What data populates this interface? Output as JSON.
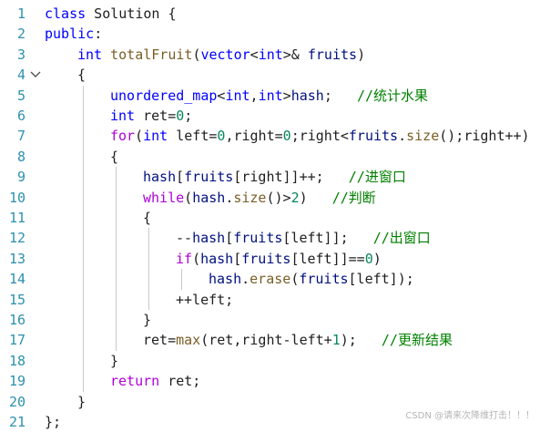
{
  "colors": {
    "keyword": "#0000ff",
    "type": "#0000ff",
    "funcdef": "#795e26",
    "method": "#795e26",
    "variable": "#001080",
    "number": "#098658",
    "comment": "#008000",
    "punct": "#1e1e1e",
    "control": "#af00db",
    "linenumber": "#2b91af"
  },
  "lines": [
    {
      "n": "1",
      "indent": 0,
      "tokens": [
        {
          "t": "class",
          "c": "keyword"
        },
        {
          "t": " Solution ",
          "c": "punct"
        },
        {
          "t": "{",
          "c": "punct"
        }
      ]
    },
    {
      "n": "2",
      "indent": 0,
      "tokens": [
        {
          "t": "public",
          "c": "keyword"
        },
        {
          "t": ":",
          "c": "punct"
        }
      ]
    },
    {
      "n": "3",
      "indent": 1,
      "tokens": [
        {
          "t": "int",
          "c": "type"
        },
        {
          "t": " ",
          "c": "punct"
        },
        {
          "t": "totalFruit",
          "c": "funcdef"
        },
        {
          "t": "(",
          "c": "punct"
        },
        {
          "t": "vector",
          "c": "type"
        },
        {
          "t": "<",
          "c": "punct"
        },
        {
          "t": "int",
          "c": "type"
        },
        {
          "t": ">& ",
          "c": "punct"
        },
        {
          "t": "fruits",
          "c": "variable"
        },
        {
          "t": ")",
          "c": "punct"
        }
      ]
    },
    {
      "n": "4",
      "indent": 1,
      "fold": true,
      "tokens": [
        {
          "t": "{",
          "c": "punct"
        }
      ]
    },
    {
      "n": "5",
      "indent": 2,
      "tokens": [
        {
          "t": "unordered_map",
          "c": "type"
        },
        {
          "t": "<",
          "c": "punct"
        },
        {
          "t": "int",
          "c": "type"
        },
        {
          "t": ",",
          "c": "punct"
        },
        {
          "t": "int",
          "c": "type"
        },
        {
          "t": ">",
          "c": "punct"
        },
        {
          "t": "hash",
          "c": "variable"
        },
        {
          "t": ";   ",
          "c": "punct"
        },
        {
          "t": "//统计水果",
          "c": "comment"
        }
      ]
    },
    {
      "n": "6",
      "indent": 2,
      "tokens": [
        {
          "t": "int",
          "c": "type"
        },
        {
          "t": " ret=",
          "c": "punct"
        },
        {
          "t": "0",
          "c": "number"
        },
        {
          "t": ";",
          "c": "punct"
        }
      ]
    },
    {
      "n": "7",
      "indent": 2,
      "tokens": [
        {
          "t": "for",
          "c": "control"
        },
        {
          "t": "(",
          "c": "punct"
        },
        {
          "t": "int",
          "c": "type"
        },
        {
          "t": " left=",
          "c": "punct"
        },
        {
          "t": "0",
          "c": "number"
        },
        {
          "t": ",right=",
          "c": "punct"
        },
        {
          "t": "0",
          "c": "number"
        },
        {
          "t": ";right<",
          "c": "punct"
        },
        {
          "t": "fruits",
          "c": "variable"
        },
        {
          "t": ".",
          "c": "punct"
        },
        {
          "t": "size",
          "c": "method"
        },
        {
          "t": "();right++)",
          "c": "punct"
        }
      ]
    },
    {
      "n": "8",
      "indent": 2,
      "tokens": [
        {
          "t": "{",
          "c": "punct"
        }
      ]
    },
    {
      "n": "9",
      "indent": 3,
      "tokens": [
        {
          "t": "hash",
          "c": "variable"
        },
        {
          "t": "[",
          "c": "punct"
        },
        {
          "t": "fruits",
          "c": "variable"
        },
        {
          "t": "[right]]++;   ",
          "c": "punct"
        },
        {
          "t": "//进窗口",
          "c": "comment"
        }
      ]
    },
    {
      "n": "10",
      "indent": 3,
      "tokens": [
        {
          "t": "while",
          "c": "control"
        },
        {
          "t": "(",
          "c": "punct"
        },
        {
          "t": "hash",
          "c": "variable"
        },
        {
          "t": ".",
          "c": "punct"
        },
        {
          "t": "size",
          "c": "method"
        },
        {
          "t": "()>",
          "c": "punct"
        },
        {
          "t": "2",
          "c": "number"
        },
        {
          "t": ")   ",
          "c": "punct"
        },
        {
          "t": "//判断",
          "c": "comment"
        }
      ]
    },
    {
      "n": "11",
      "indent": 3,
      "tokens": [
        {
          "t": "{",
          "c": "punct"
        }
      ]
    },
    {
      "n": "12",
      "indent": 4,
      "tokens": [
        {
          "t": "--",
          "c": "punct"
        },
        {
          "t": "hash",
          "c": "variable"
        },
        {
          "t": "[",
          "c": "punct"
        },
        {
          "t": "fruits",
          "c": "variable"
        },
        {
          "t": "[left]];   ",
          "c": "punct"
        },
        {
          "t": "//出窗口",
          "c": "comment"
        }
      ]
    },
    {
      "n": "13",
      "indent": 4,
      "tokens": [
        {
          "t": "if",
          "c": "control"
        },
        {
          "t": "(",
          "c": "punct"
        },
        {
          "t": "hash",
          "c": "variable"
        },
        {
          "t": "[",
          "c": "punct"
        },
        {
          "t": "fruits",
          "c": "variable"
        },
        {
          "t": "[left]]==",
          "c": "punct"
        },
        {
          "t": "0",
          "c": "number"
        },
        {
          "t": ")",
          "c": "punct"
        }
      ]
    },
    {
      "n": "14",
      "indent": 5,
      "tokens": [
        {
          "t": "hash",
          "c": "variable"
        },
        {
          "t": ".",
          "c": "punct"
        },
        {
          "t": "erase",
          "c": "method"
        },
        {
          "t": "(",
          "c": "punct"
        },
        {
          "t": "fruits",
          "c": "variable"
        },
        {
          "t": "[left]);",
          "c": "punct"
        }
      ]
    },
    {
      "n": "15",
      "indent": 4,
      "tokens": [
        {
          "t": "++left;",
          "c": "punct"
        }
      ]
    },
    {
      "n": "16",
      "indent": 3,
      "tokens": [
        {
          "t": "}",
          "c": "punct"
        }
      ]
    },
    {
      "n": "17",
      "indent": 3,
      "tokens": [
        {
          "t": "ret=",
          "c": "punct"
        },
        {
          "t": "max",
          "c": "method"
        },
        {
          "t": "(ret,right-left+",
          "c": "punct"
        },
        {
          "t": "1",
          "c": "number"
        },
        {
          "t": ");   ",
          "c": "punct"
        },
        {
          "t": "//更新结果",
          "c": "comment"
        }
      ]
    },
    {
      "n": "18",
      "indent": 2,
      "tokens": [
        {
          "t": "}",
          "c": "punct"
        }
      ]
    },
    {
      "n": "19",
      "indent": 2,
      "tokens": [
        {
          "t": "return",
          "c": "control"
        },
        {
          "t": " ret;",
          "c": "punct"
        }
      ]
    },
    {
      "n": "20",
      "indent": 1,
      "tokens": [
        {
          "t": "}",
          "c": "punct"
        }
      ]
    },
    {
      "n": "21",
      "indent": 0,
      "tokens": [
        {
          "t": "};",
          "c": "punct"
        }
      ]
    }
  ],
  "watermark": "CSDN @请来次降维打击！！！"
}
